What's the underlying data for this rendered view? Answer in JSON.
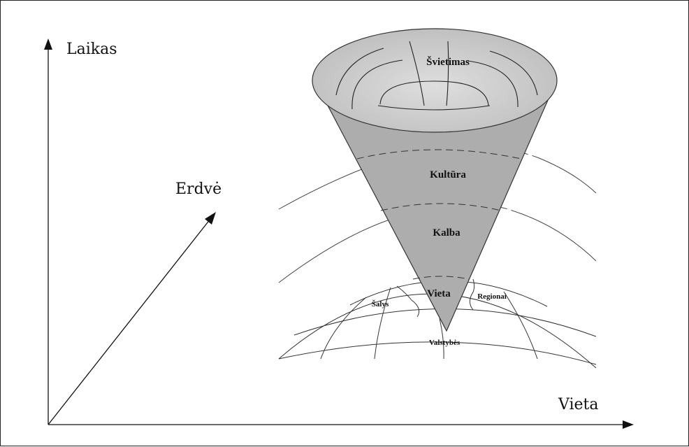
{
  "axes": {
    "vertical": "Laikas",
    "horizontal": "Vieta",
    "diagonal": "Erdvė"
  },
  "cone": {
    "top": "Švietimas",
    "layer1": "Kultūra",
    "layer2": "Kalba",
    "tip": "Vieta"
  },
  "globe": {
    "left": "Šalys",
    "right": "Regionai",
    "bottom": "Valstybės"
  }
}
